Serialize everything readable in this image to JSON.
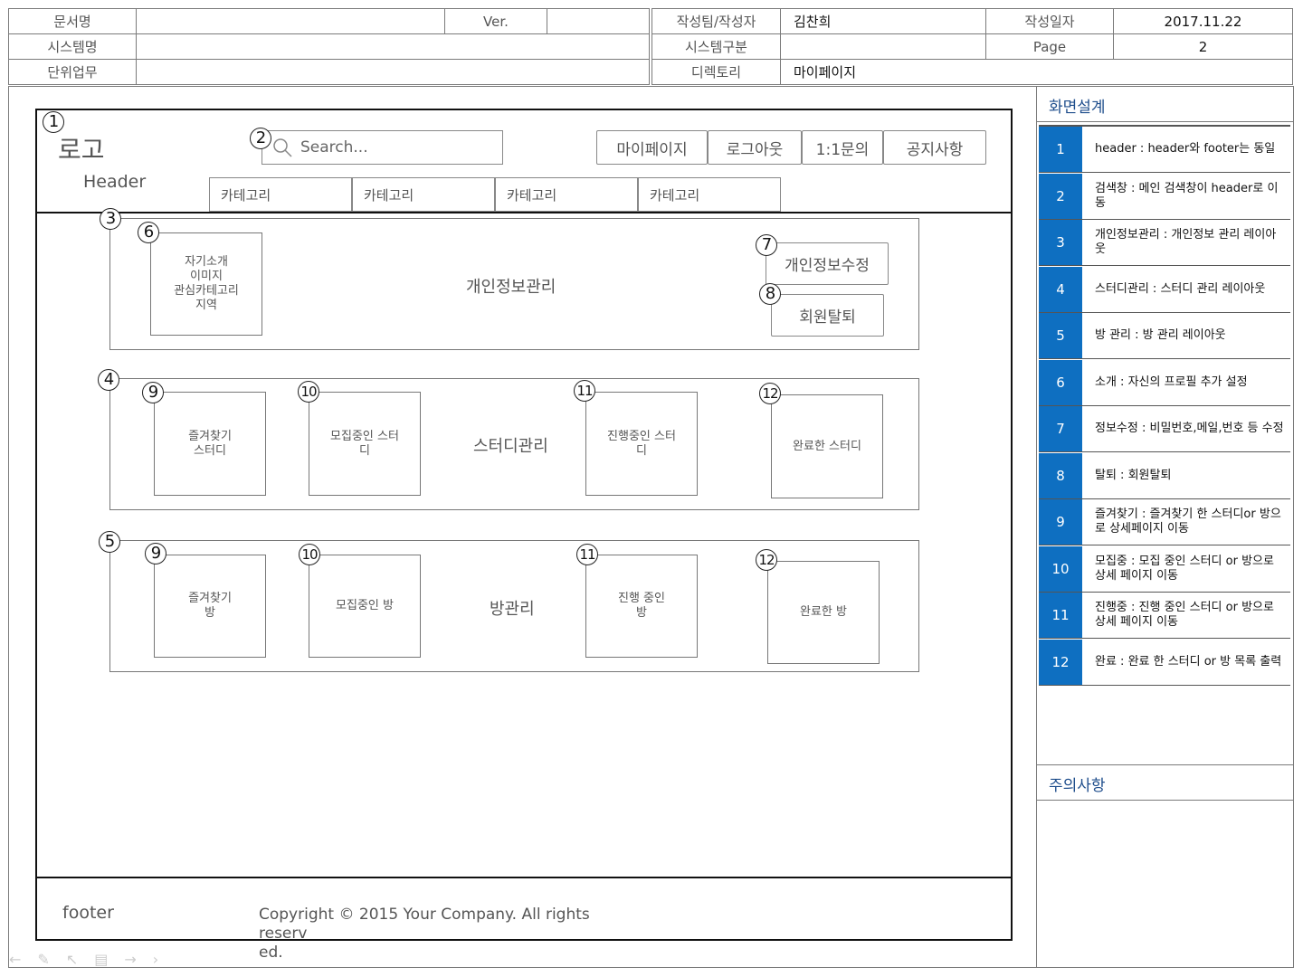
{
  "meta": {
    "doc_name_label": "문서명",
    "doc_name": "",
    "ver_label": "Ver.",
    "ver": "",
    "author_label": "작성팀/작성자",
    "author": "김찬희",
    "date_label": "작성일자",
    "date": "2017.11.22",
    "system_label": "시스템명",
    "system": "",
    "system_type_label": "시스템구분",
    "system_type": "",
    "page_label": "Page",
    "page": "2",
    "unit_label": "단위업무",
    "unit": "",
    "dir_label": "디렉토리",
    "dir": "마이페이지"
  },
  "header": {
    "logo": "로고",
    "header_label": "Header",
    "search_placeholder": "Search...",
    "nav": [
      "마이페이지",
      "로그아웃",
      "1:1문의",
      "공지사항"
    ],
    "categories": [
      "카테고리",
      "카테고리",
      "카테고리",
      "카테고리"
    ]
  },
  "profile": {
    "title": "개인정보관리",
    "intro": "자기소개\n이미지\n관심카테고리\n지역",
    "edit_button": "개인정보수정",
    "withdraw_button": "회원탈퇴"
  },
  "study": {
    "title": "스터디관리",
    "boxes": [
      "즐겨찾기\n스터디",
      "모집중인 스터\n디",
      "진행중인 스터\n디",
      "완료한 스터디"
    ]
  },
  "room": {
    "title": "방관리",
    "boxes": [
      "즐겨찾기\n방",
      "모집중인 방",
      "진행 중인\n방",
      "완료한 방"
    ]
  },
  "footer": {
    "label": "footer",
    "copyright": "Copyright © 2015 Your Company. All rights reserv\ned."
  },
  "markers": [
    "1",
    "2",
    "3",
    "4",
    "5",
    "6",
    "7",
    "8",
    "9",
    "10",
    "11",
    "12"
  ],
  "side": {
    "design_title": "화면설계",
    "caution_title": "주의사항",
    "descriptions": [
      {
        "n": "1",
        "text": "header : header와 footer는 동일"
      },
      {
        "n": "2",
        "text": "검색창 : 메인 검색창이 header로 이동"
      },
      {
        "n": "3",
        "text": "개인정보관리 : 개인정보 관리 레이아웃"
      },
      {
        "n": "4",
        "text": "스터디관리 : 스터디 관리 레이아웃"
      },
      {
        "n": "5",
        "text": "방 관리  : 방 관리 레이아웃"
      },
      {
        "n": "6",
        "text": "소개 : 자신의 프로필 추가 설정"
      },
      {
        "n": "7",
        "text": "정보수정 : 비밀번호,메일,번호 등 수정"
      },
      {
        "n": "8",
        "text": "탈퇴 : 회원탈퇴"
      },
      {
        "n": "9",
        "text": "즐겨찾기 : 즐겨찾기 한 스터디or 방으로 상세페이지 이동"
      },
      {
        "n": "10",
        "text": "모집중 : 모집 중인 스터디 or 방으로 상세 페이지 이동"
      },
      {
        "n": "11",
        "text": "진행중 : 진행 중인 스터디 or 방으로 상세 페이지 이동"
      },
      {
        "n": "12",
        "text": "완료 : 완료 한 스터디 or 방 목록 출력"
      }
    ]
  },
  "colors": {
    "accent": "#0e6fc1",
    "title_blue": "#1f4e8c"
  }
}
